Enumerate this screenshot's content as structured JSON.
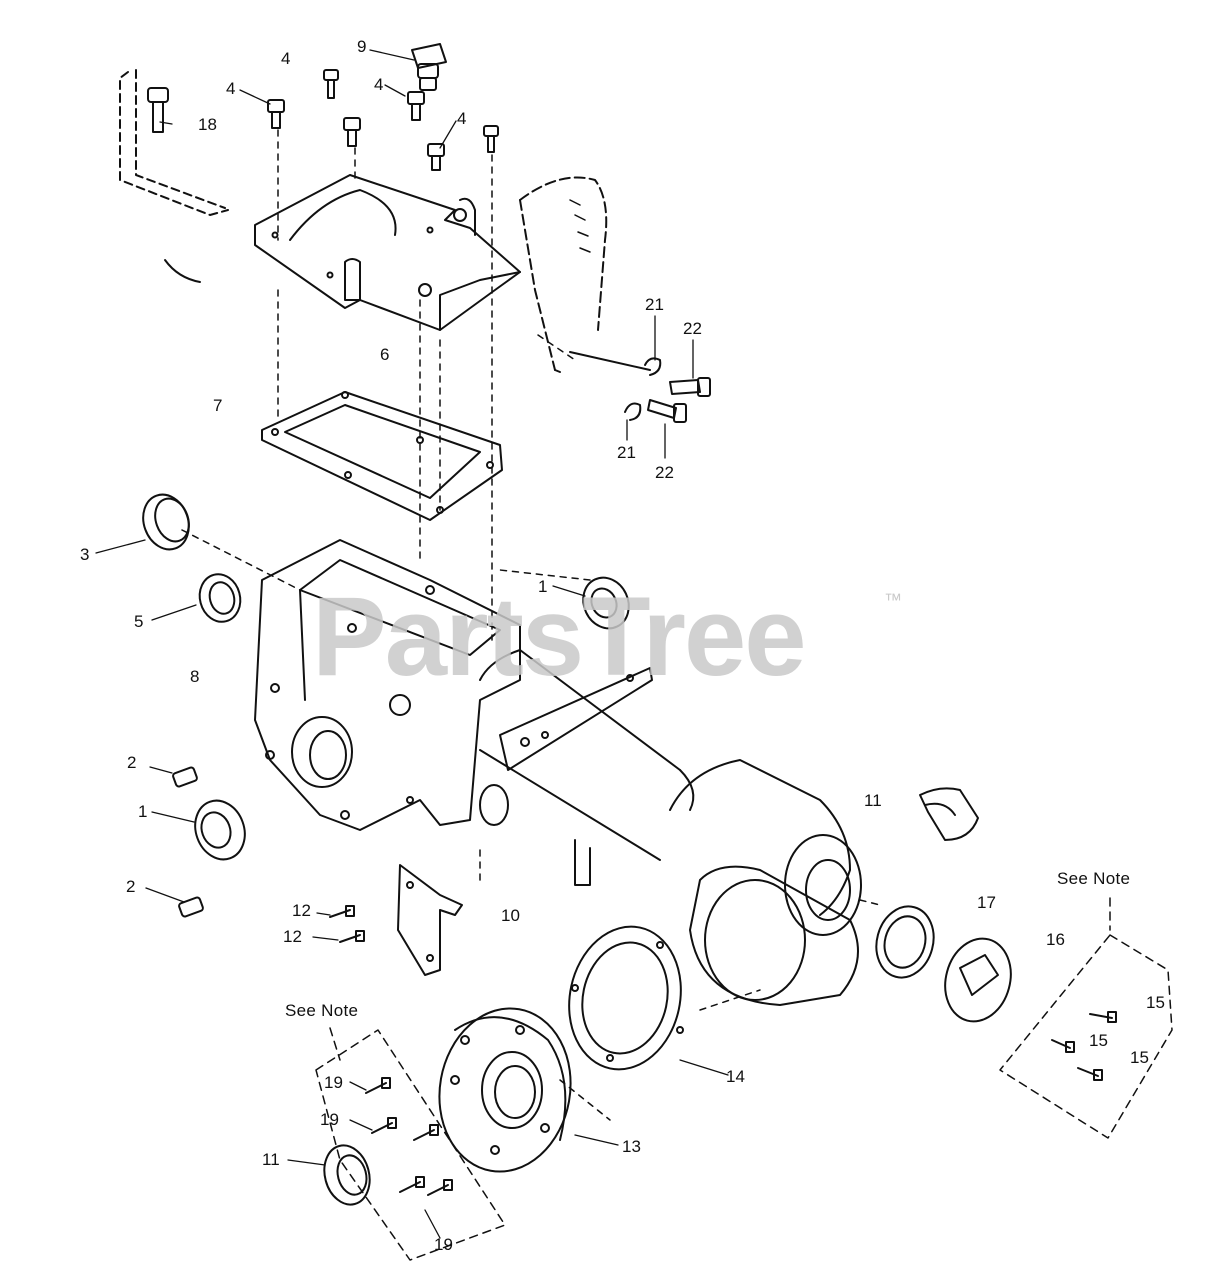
{
  "watermark": {
    "text": "PartsTree",
    "tm": "™"
  },
  "notes": {
    "see_note_right": "See Note",
    "see_note_left": "See Note"
  },
  "labels": {
    "l1a": "1",
    "l1b": "1",
    "l2a": "2",
    "l2b": "2",
    "l3": "3",
    "l4a": "4",
    "l4b": "4",
    "l4c": "4",
    "l4d": "4",
    "l5": "5",
    "l6": "6",
    "l7": "7",
    "l8": "8",
    "l9": "9",
    "l10": "10",
    "l11a": "11",
    "l11b": "11",
    "l12a": "12",
    "l12b": "12",
    "l13": "13",
    "l14": "14",
    "l15a": "15",
    "l15b": "15",
    "l15c": "15",
    "l16": "16",
    "l17": "17",
    "l18": "18",
    "l19a": "19",
    "l19b": "19",
    "l19c": "19",
    "l21a": "21",
    "l21b": "21",
    "l22a": "22",
    "l22b": "22"
  },
  "colors": {
    "ink": "#111111",
    "watermark": "#c9c9c9",
    "background": "#ffffff"
  }
}
